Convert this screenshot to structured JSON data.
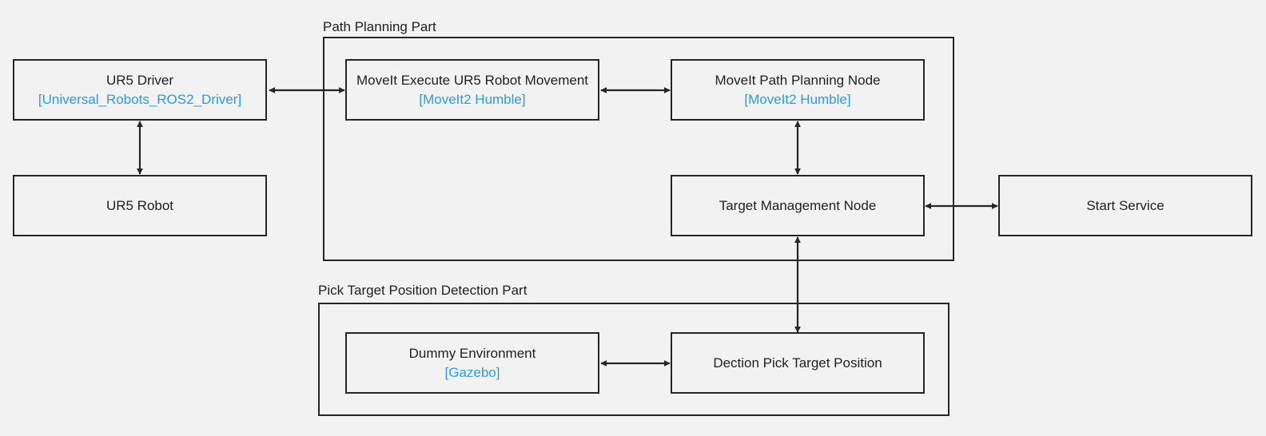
{
  "groups": {
    "path_planning": {
      "label": "Path Planning Part"
    },
    "detection": {
      "label": "Pick Target Position Detection Part"
    }
  },
  "nodes": {
    "ur5_driver": {
      "title": "UR5 Driver",
      "subtitle": "[Universal_Robots_ROS2_Driver]"
    },
    "ur5_robot": {
      "title": "UR5 Robot"
    },
    "moveit_execute": {
      "title": "MoveIt Execute UR5 Robot Movement",
      "subtitle": "[MoveIt2 Humble]"
    },
    "moveit_planning": {
      "title": "MoveIt Path Planning Node",
      "subtitle": "[MoveIt2 Humble]"
    },
    "target_management": {
      "title": "Target Management Node"
    },
    "start_service": {
      "title": "Start Service"
    },
    "dummy_environment": {
      "title": "Dummy Environment",
      "subtitle": "[Gazebo]"
    },
    "detection_pick": {
      "title": "Dection Pick Target Position"
    }
  },
  "colors": {
    "background": "#f2f2f2",
    "border": "#262626",
    "subtitle": "#2f9ae0"
  }
}
